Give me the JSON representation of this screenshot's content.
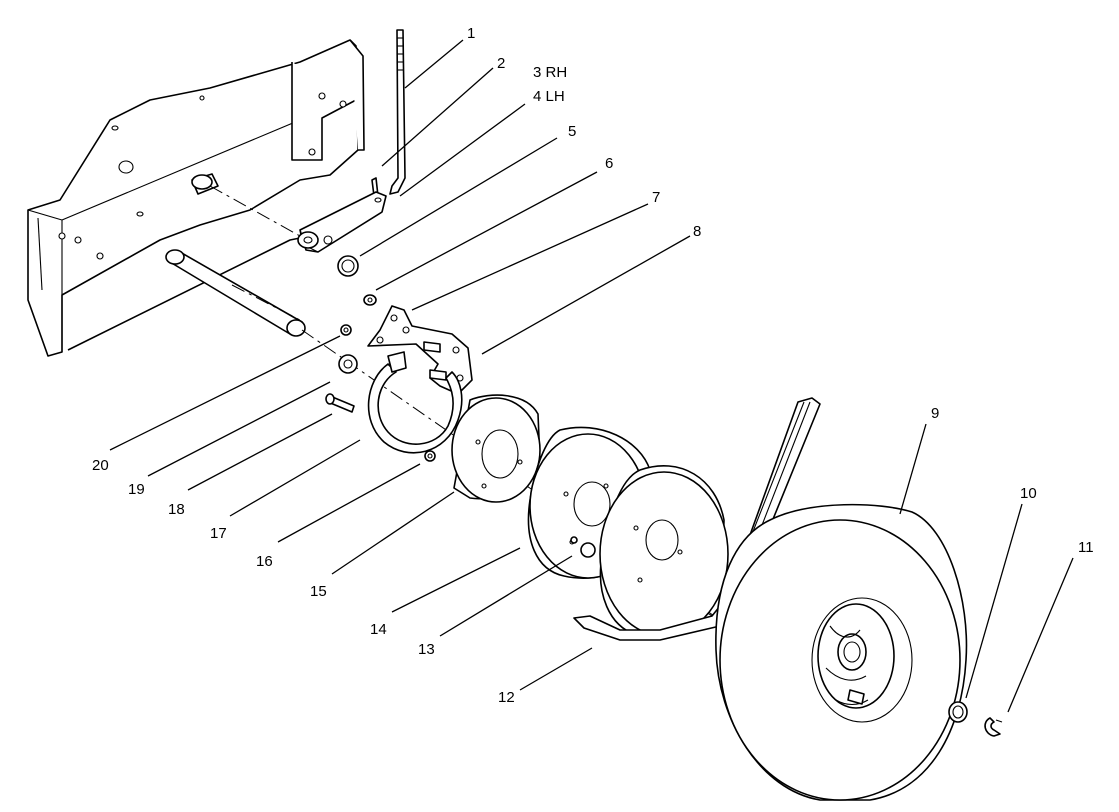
{
  "callouts": [
    {
      "id": "1",
      "label": "1"
    },
    {
      "id": "2",
      "label": "2"
    },
    {
      "id": "3",
      "label": "3 RH"
    },
    {
      "id": "4",
      "label": "4 LH"
    },
    {
      "id": "5",
      "label": "5"
    },
    {
      "id": "6",
      "label": "6"
    },
    {
      "id": "7",
      "label": "7"
    },
    {
      "id": "8",
      "label": "8"
    },
    {
      "id": "9",
      "label": "9"
    },
    {
      "id": "10",
      "label": "10"
    },
    {
      "id": "11",
      "label": "11"
    },
    {
      "id": "12",
      "label": "12"
    },
    {
      "id": "13",
      "label": "13"
    },
    {
      "id": "14",
      "label": "14"
    },
    {
      "id": "15",
      "label": "15"
    },
    {
      "id": "16",
      "label": "16"
    },
    {
      "id": "17",
      "label": "17"
    },
    {
      "id": "18",
      "label": "18"
    },
    {
      "id": "19",
      "label": "19"
    },
    {
      "id": "20",
      "label": "20"
    }
  ]
}
